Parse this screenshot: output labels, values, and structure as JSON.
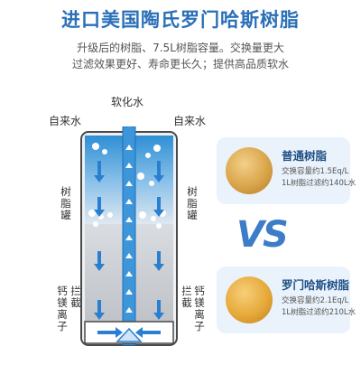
{
  "title": "进口美国陶氏罗门哈斯树脂",
  "subtitle_line1": "升级后的树脂、7.5L树脂容量。交换量更大",
  "subtitle_line2": "过滤效果更好、寿命更长久；提供高品质软水",
  "labels": {
    "soft_water": "软化水",
    "tap_left": "自来水",
    "tap_right": "自来水",
    "resin_tank": "树脂罐",
    "intercept_left": "拦截",
    "calcium_left": "钙镁离子",
    "resin_tank_right": "树脂罐",
    "intercept_right": "拦截",
    "calcium_right": "钙镁离子"
  },
  "comparison": {
    "vs_text": "VS",
    "regular": {
      "title": "普通树脂",
      "line1": "交换容量约1.5Eq/L",
      "line2": "1L树脂过滤约140L水",
      "bead_color": "#d9a54a"
    },
    "rohm": {
      "title": "罗门哈斯树脂",
      "line1": "交换容量约2.1Eq/L",
      "line2": "1L树脂过滤约210L水",
      "bead_color": "#e6a93a"
    }
  },
  "colors": {
    "title": "#2a6fb8",
    "water_top": "#2e8fd4",
    "arrow": "#2a7fd0",
    "tank_gray": "#c9ccd1"
  }
}
